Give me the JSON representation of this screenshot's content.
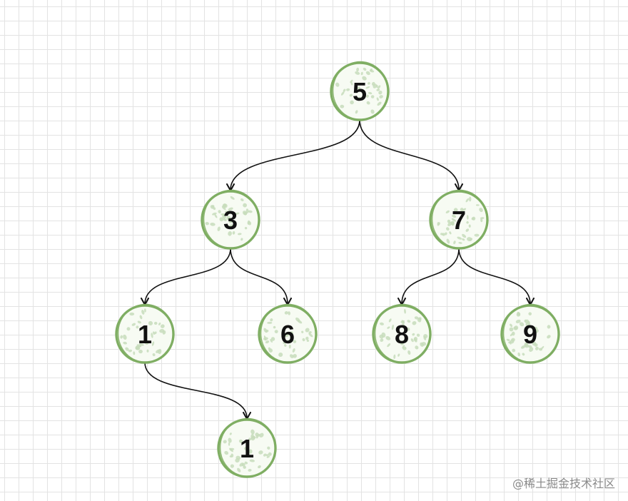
{
  "tree": {
    "nodes": [
      {
        "id": "n5",
        "label": "5"
      },
      {
        "id": "n3",
        "label": "3"
      },
      {
        "id": "n7",
        "label": "7"
      },
      {
        "id": "n1a",
        "label": "1"
      },
      {
        "id": "n6",
        "label": "6"
      },
      {
        "id": "n8",
        "label": "8"
      },
      {
        "id": "n9",
        "label": "9"
      },
      {
        "id": "n1b",
        "label": "1"
      }
    ],
    "edges": [
      {
        "from": "n5",
        "to": "n3"
      },
      {
        "from": "n5",
        "to": "n7"
      },
      {
        "from": "n3",
        "to": "n1a"
      },
      {
        "from": "n3",
        "to": "n6"
      },
      {
        "from": "n7",
        "to": "n8"
      },
      {
        "from": "n7",
        "to": "n9"
      },
      {
        "from": "n1a",
        "to": "n1b"
      }
    ],
    "style": {
      "node_stroke": "#7fae63",
      "node_fill": "#f7fbf3",
      "node_dots": "#c7dcbb",
      "edge_color": "#111111"
    }
  },
  "watermark": "@稀土掘金技术社区"
}
